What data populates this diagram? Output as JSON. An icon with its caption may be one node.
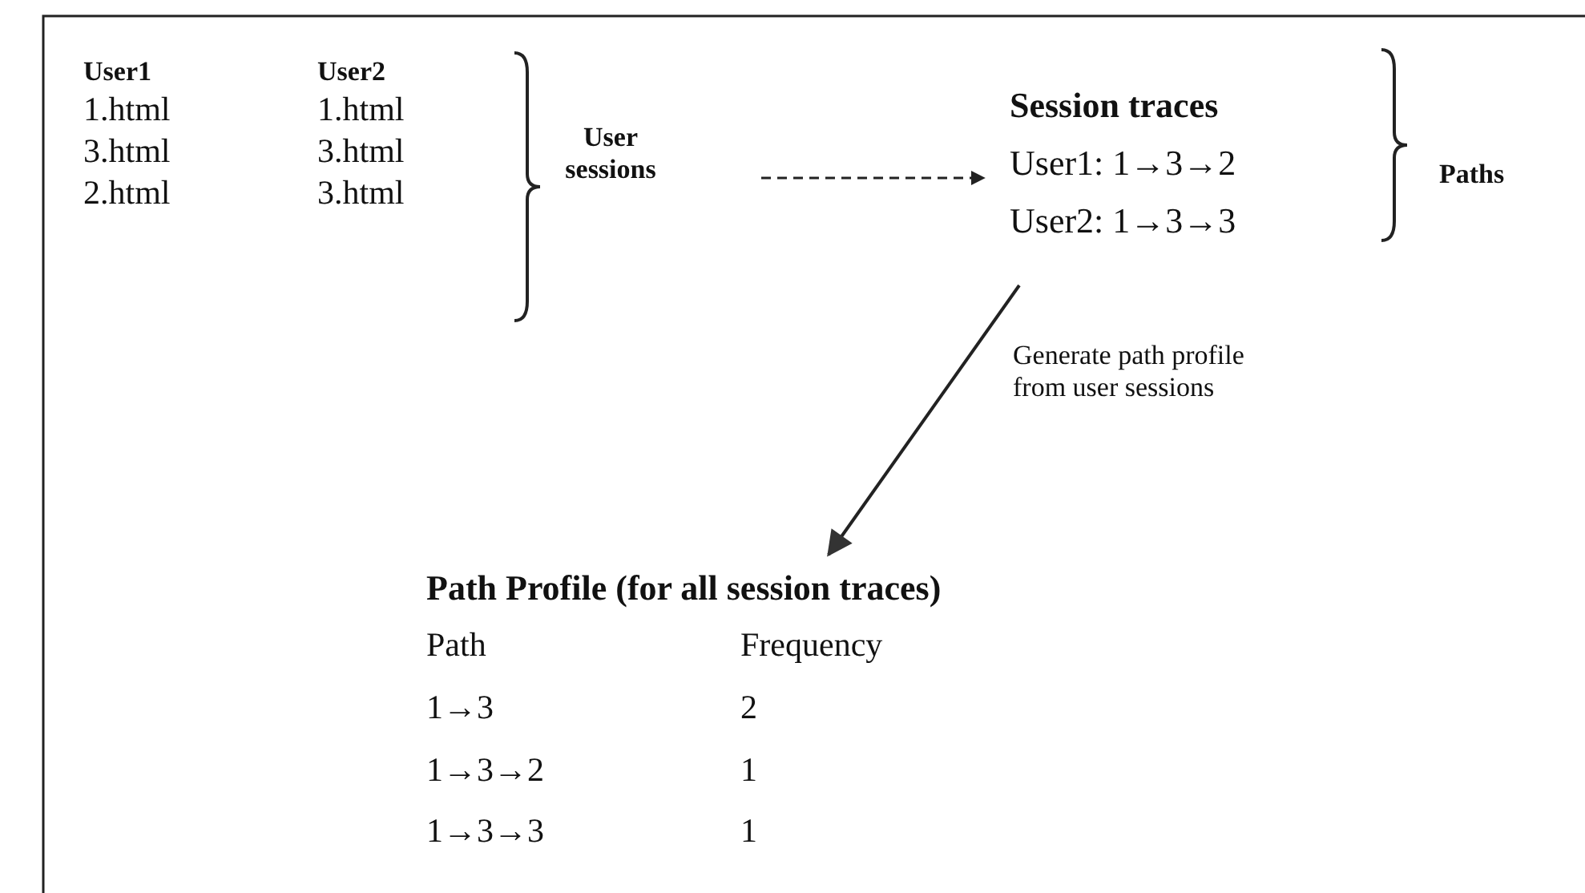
{
  "diagram": {
    "nodes": [
      {
        "text": [
          "User sessions"
        ]
      },
      {
        "text": [
          "Session traces",
          "User1: 1→3→2",
          "User2: 1→3→3"
        ]
      },
      {
        "text": [
          "Path Profile (for all session traces)",
          "Path",
          "Frequency",
          "1→3",
          "2",
          "1→3→2",
          "1",
          "1→3→3",
          "1"
        ]
      }
    ],
    "edges": [
      {
        "from": 0,
        "to": 1,
        "arrow": "to",
        "style": "dashed"
      },
      {
        "from": 1,
        "to": 2,
        "arrow": "to",
        "label": "Generate path profile from user sessions"
      }
    ],
    "labels": [
      "User1",
      "User2",
      "1.html",
      "1.html",
      "3.html",
      "3.html",
      "2.html",
      "3.html",
      "Paths"
    ]
  }
}
